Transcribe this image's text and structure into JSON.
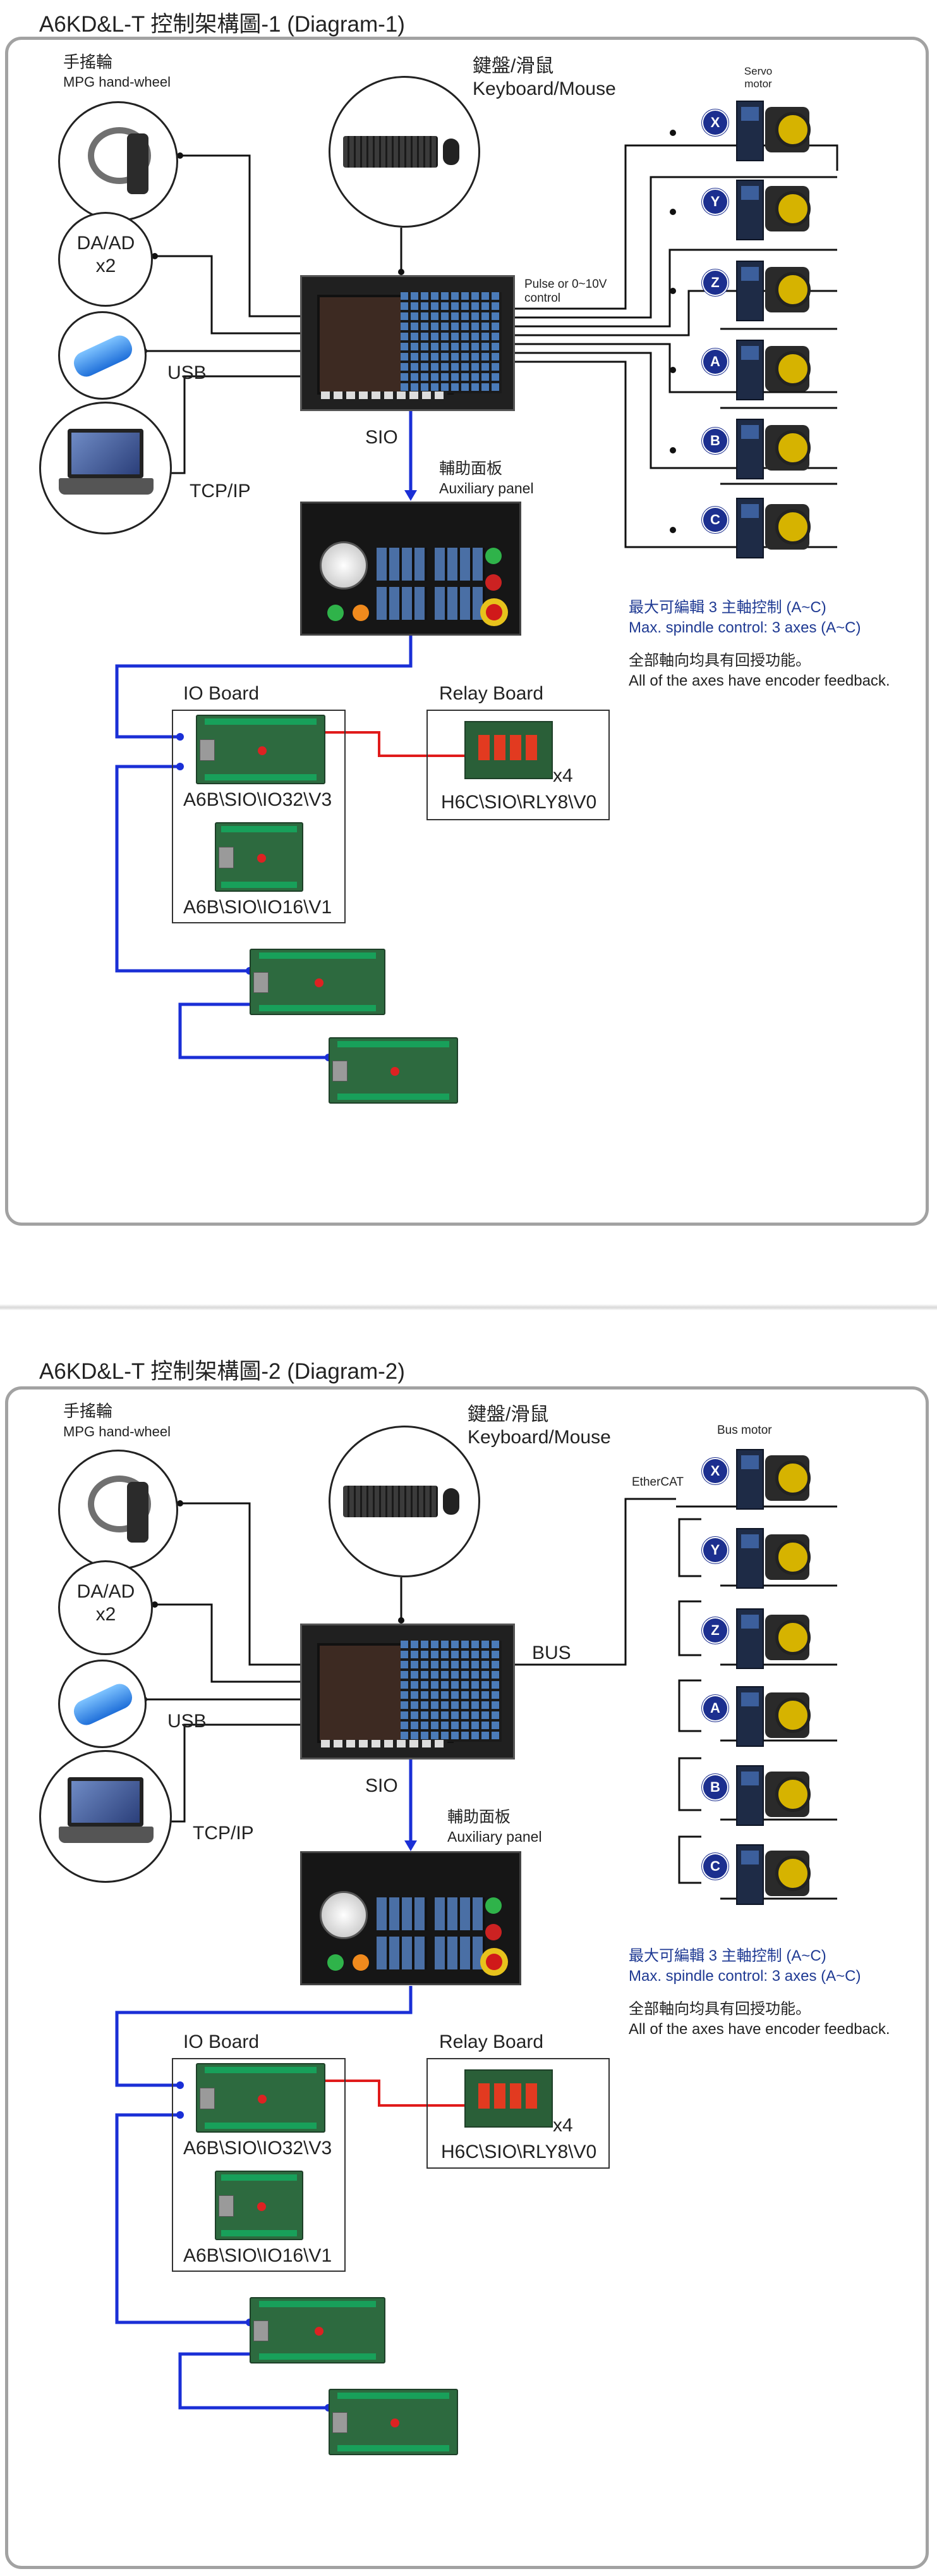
{
  "diagram1": {
    "title": "A6KD&L-T 控制架構圖-1 (Diagram-1)",
    "mpg_zh": "手搖輪",
    "mpg_en": "MPG hand-wheel",
    "daad_1": "DA/AD",
    "daad_2": "x2",
    "usb": "USB",
    "tcpip": "TCP/IP",
    "kbd_zh": "鍵盤/滑鼠",
    "kbd_en": "Keyboard/Mouse",
    "motor_1": "Servo",
    "motor_2": "motor",
    "pulse_1": "Pulse or 0~10V",
    "pulse_2": "control",
    "sio": "SIO",
    "aux_zh": "輔助面板",
    "aux_en": "Auxiliary panel",
    "spindle_zh": "最大可編輯 3 主軸控制 (A~C)",
    "spindle_en": "Max. spindle control: 3 axes (A~C)",
    "feedback_zh": "全部軸向均具有回授功能。",
    "feedback_en": "All of the axes have encoder feedback.",
    "io_board": "IO Board",
    "relay_board": "Relay Board",
    "io32": "A6B\\SIO\\IO32\\V3",
    "io16": "A6B\\SIO\\IO16\\V1",
    "relay_model": "H6C\\SIO\\RLY8\\V0",
    "x4": "x4",
    "axes": [
      "X",
      "Y",
      "Z",
      "A",
      "B",
      "C"
    ]
  },
  "diagram2": {
    "title": "A6KD&L-T 控制架構圖-2 (Diagram-2)",
    "mpg_zh": "手搖輪",
    "mpg_en": "MPG hand-wheel",
    "daad_1": "DA/AD",
    "daad_2": "x2",
    "usb": "USB",
    "tcpip": "TCP/IP",
    "kbd_zh": "鍵盤/滑鼠",
    "kbd_en": "Keyboard/Mouse",
    "motor_1": "Bus motor",
    "ethercat": "EtherCAT",
    "bus": "BUS",
    "sio": "SIO",
    "aux_zh": "輔助面板",
    "aux_en": "Auxiliary panel",
    "spindle_zh": "最大可編輯 3 主軸控制 (A~C)",
    "spindle_en": "Max. spindle control: 3 axes (A~C)",
    "feedback_zh": "全部軸向均具有回授功能。",
    "feedback_en": "All of the axes have encoder feedback.",
    "io_board": "IO Board",
    "relay_board": "Relay Board",
    "io32": "A6B\\SIO\\IO32\\V3",
    "io16": "A6B\\SIO\\IO16\\V1",
    "relay_model": "H6C\\SIO\\RLY8\\V0",
    "x4": "x4",
    "axes": [
      "X",
      "Y",
      "Z",
      "A",
      "B",
      "C"
    ]
  },
  "colors": {
    "frame": "#a2a2a2",
    "sio_wire": "#1a2fd6",
    "relay_wire": "#e01b1b",
    "axis_badge": "#1c2f8f",
    "note_text": "#1f3a93"
  }
}
